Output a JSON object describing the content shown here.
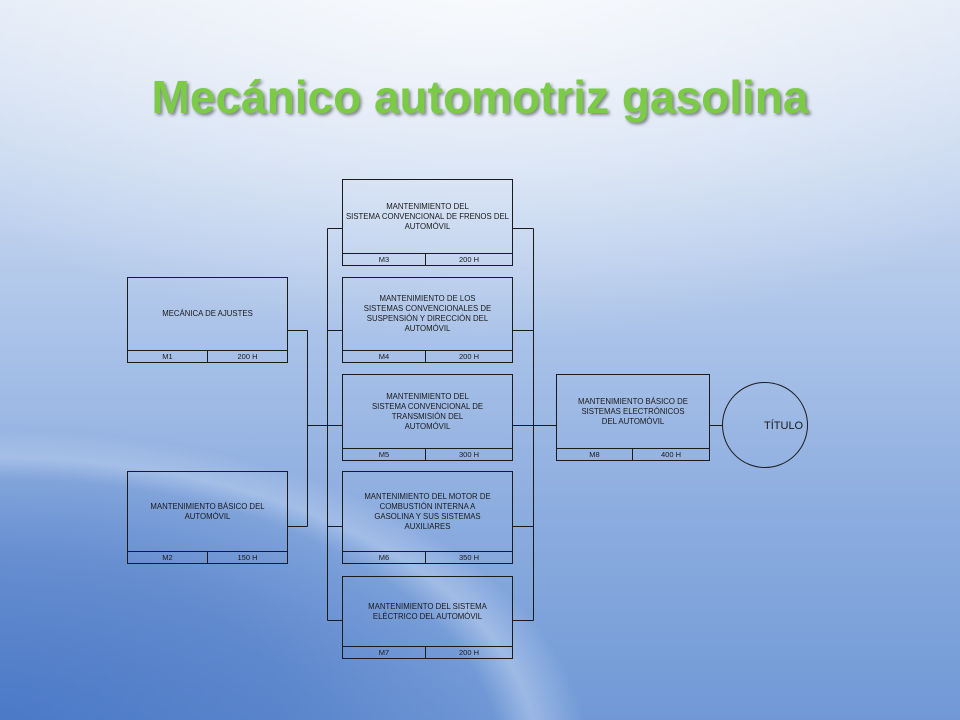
{
  "title": "Mecánico automotriz gasolina",
  "modules": [
    {
      "code": "M1",
      "hours": "200 H",
      "name": "MECÁNICA DE AJUSTES"
    },
    {
      "code": "M2",
      "hours": "150 H",
      "name": "MANTENIMIENTO BÁSICO DEL\nAUTOMÓVIL"
    },
    {
      "code": "M3",
      "hours": "200 H",
      "name": "MANTENIMIENTO DEL\nSISTEMA CONVENCIONAL DE FRENOS DEL\nAUTOMÓVIL"
    },
    {
      "code": "M4",
      "hours": "200 H",
      "name": "MANTENIMIENTO DE LOS\nSISTEMAS CONVENCIONALES DE\nSUSPENSIÓN Y DIRECCIÓN DEL\nAUTOMÓVIL"
    },
    {
      "code": "M5",
      "hours": "300 H",
      "name": "MANTENIMIENTO DEL\nSISTEMA CONVENCIONAL DE\nTRANSMISIÓN DEL\nAUTOMÓVIL"
    },
    {
      "code": "M6",
      "hours": "350 H",
      "name": "MANTENIMIENTO DEL MOTOR DE\nCOMBUSTIÓN INTERNA A\nGASOLINA Y SUS SISTEMAS\nAUXILIARES"
    },
    {
      "code": "M7",
      "hours": "200 H",
      "name": "MANTENIMIENTO DEL SISTEMA\nELÉCTRICO DEL AUTOMÓVIL"
    },
    {
      "code": "M8",
      "hours": "400 H",
      "name": "MANTENIMIENTO BÁSICO DE\nSISTEMAS ELECTRÓNICOS\nDEL AUTOMÓVIL"
    }
  ],
  "final_node": {
    "label": "TÍTULO"
  },
  "colors": {
    "title": "#7ccb47",
    "lines": "#1b1b1b",
    "background": "#a8c1e8"
  }
}
